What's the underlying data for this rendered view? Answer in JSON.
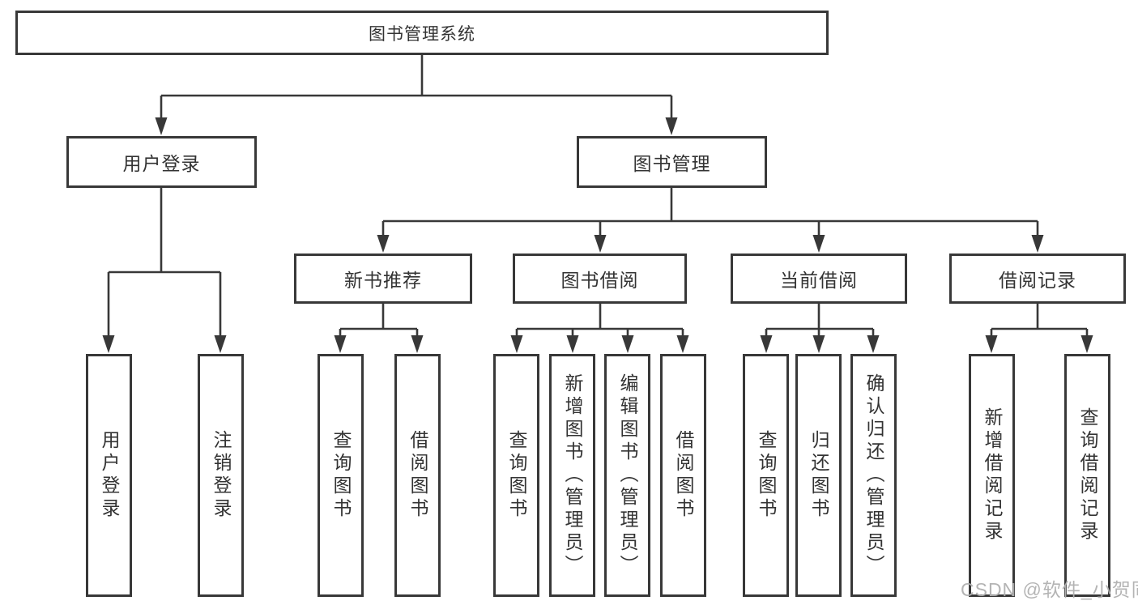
{
  "diagram_type": "hierarchy-tree",
  "tree": {
    "label": "图书管理系统",
    "children": [
      {
        "label": "用户登录",
        "children": [
          {
            "label": "用户登录"
          },
          {
            "label": "注销登录"
          }
        ]
      },
      {
        "label": "图书管理",
        "children": [
          {
            "label": "新书推荐",
            "children": [
              {
                "label": "查询图书"
              },
              {
                "label": "借阅图书"
              }
            ]
          },
          {
            "label": "图书借阅",
            "children": [
              {
                "label": "查询图书"
              },
              {
                "label": "新增图书（管理员）"
              },
              {
                "label": "编辑图书（管理员）"
              },
              {
                "label": "借阅图书"
              }
            ]
          },
          {
            "label": "当前借阅",
            "children": [
              {
                "label": "查询图书"
              },
              {
                "label": "归还图书"
              },
              {
                "label": "确认归还（管理员）"
              }
            ]
          },
          {
            "label": "借阅记录",
            "children": [
              {
                "label": "新增借阅记录"
              },
              {
                "label": "查询借阅记录"
              }
            ]
          }
        ]
      }
    ]
  },
  "watermark": "CSDN @软件_小贺同学",
  "colors": {
    "line": "#383838",
    "box_border": "#383838",
    "box_background": "#ffffff",
    "text": "#333333",
    "watermark": "#b0b0b0"
  }
}
